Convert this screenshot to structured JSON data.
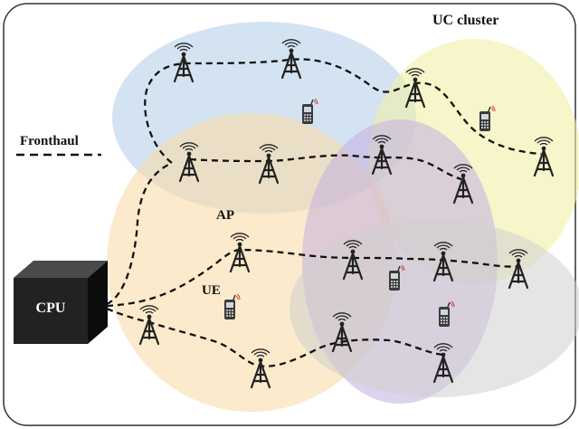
{
  "title": "UC cluster",
  "legend": {
    "fronthaul_label": "Fronthaul"
  },
  "labels": {
    "ap": "AP",
    "ue": "UE",
    "cpu": "CPU"
  },
  "colors": {
    "frame_border": "#333333",
    "cluster_blue": "#b7d0ea",
    "cluster_yellow": "#f0f0a6",
    "cluster_orange": "#f9dca8",
    "cluster_purple": "#c2afe0",
    "cluster_gray": "#cfcfcf",
    "link": "#111111",
    "tower": "#222222",
    "cpu_cube": "#1a1a1a"
  },
  "icons": {
    "access_point": "radio-tower-icon",
    "user_equipment": "mobile-phone-icon",
    "cpu": "server-cube-icon"
  },
  "counts": {
    "access_points": 16,
    "user_equipments": 5,
    "ue_centric_clusters": 5
  }
}
